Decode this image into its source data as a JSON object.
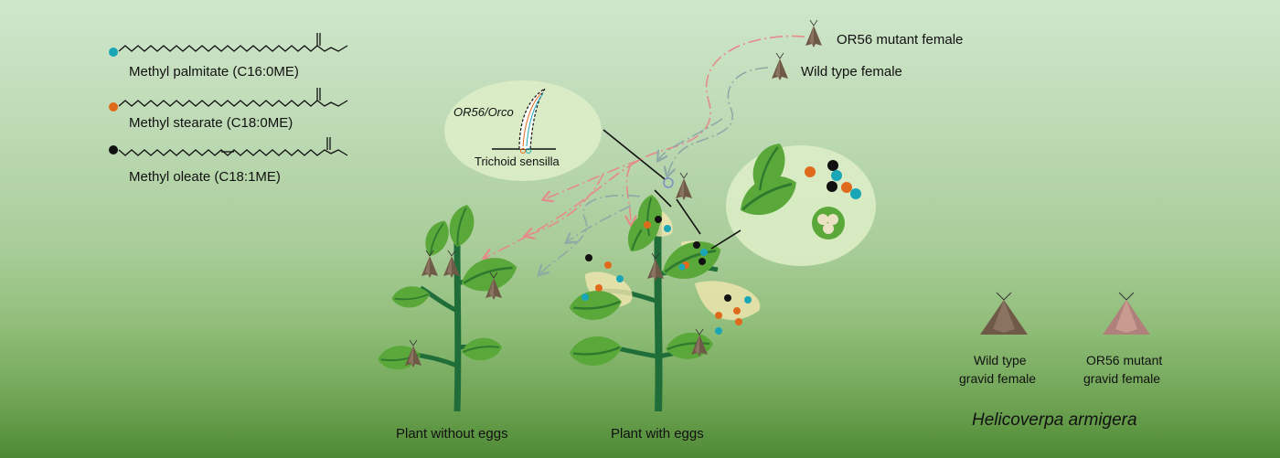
{
  "compounds": [
    {
      "name": "Methyl palmitate (C16:0ME)",
      "color": "#1aa6b7"
    },
    {
      "name": "Methyl stearate (C18:0ME)",
      "color": "#e06a1b"
    },
    {
      "name": "Methyl oleate (C18:1ME)",
      "color": "#111111"
    }
  ],
  "sensilla": {
    "gene_label": "OR56/Orco",
    "name": "Trichoid sensilla"
  },
  "moths": {
    "mutant": "OR56 mutant female",
    "wild": "Wild type female"
  },
  "plants": {
    "without_eggs": "Plant without eggs",
    "with_eggs": "Plant with eggs"
  },
  "legend": {
    "wild_line1": "Wild type",
    "wild_line2": "gravid female",
    "mutant_line1": "OR56 mutant",
    "mutant_line2": "gravid female",
    "species": "Helicoverpa armigera"
  },
  "colors": {
    "mutant_path": "#e58a8a",
    "wild_path": "#8fa9a6",
    "leaf": "#5aa83a",
    "leaf_dark": "#2f7a2e",
    "stem": "#1f6e3a",
    "odor_cloud": "#f3e6b0",
    "moth": "#7a6450",
    "moth_mutant": "#b0807a"
  }
}
